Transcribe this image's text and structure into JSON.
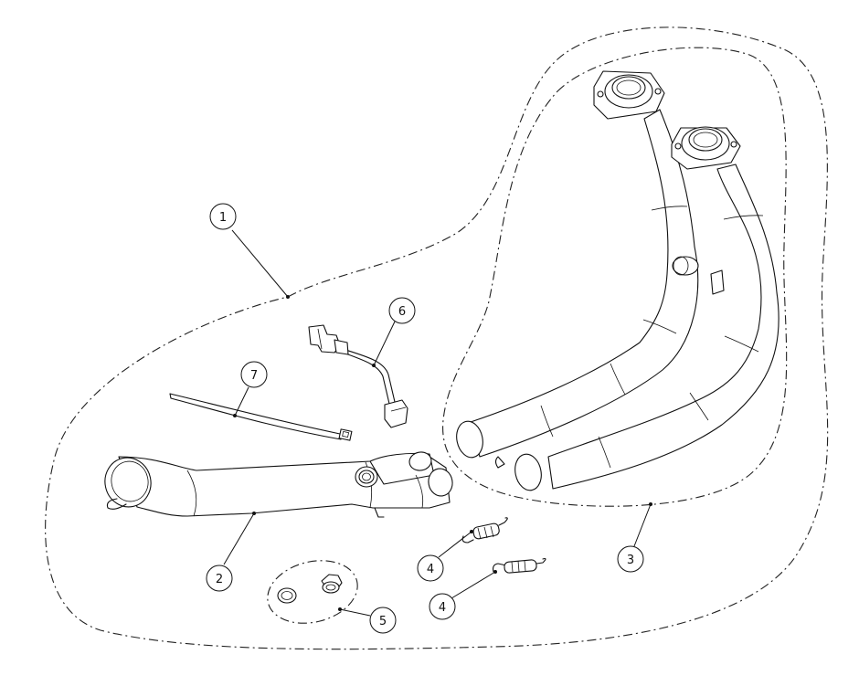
{
  "callouts": [
    {
      "label": "1"
    },
    {
      "label": "2"
    },
    {
      "label": "3"
    },
    {
      "label": "4"
    },
    {
      "label": "4"
    },
    {
      "label": "5"
    },
    {
      "label": "6"
    },
    {
      "label": "7"
    }
  ],
  "line_color": "#111111",
  "background_color": "#ffffff"
}
